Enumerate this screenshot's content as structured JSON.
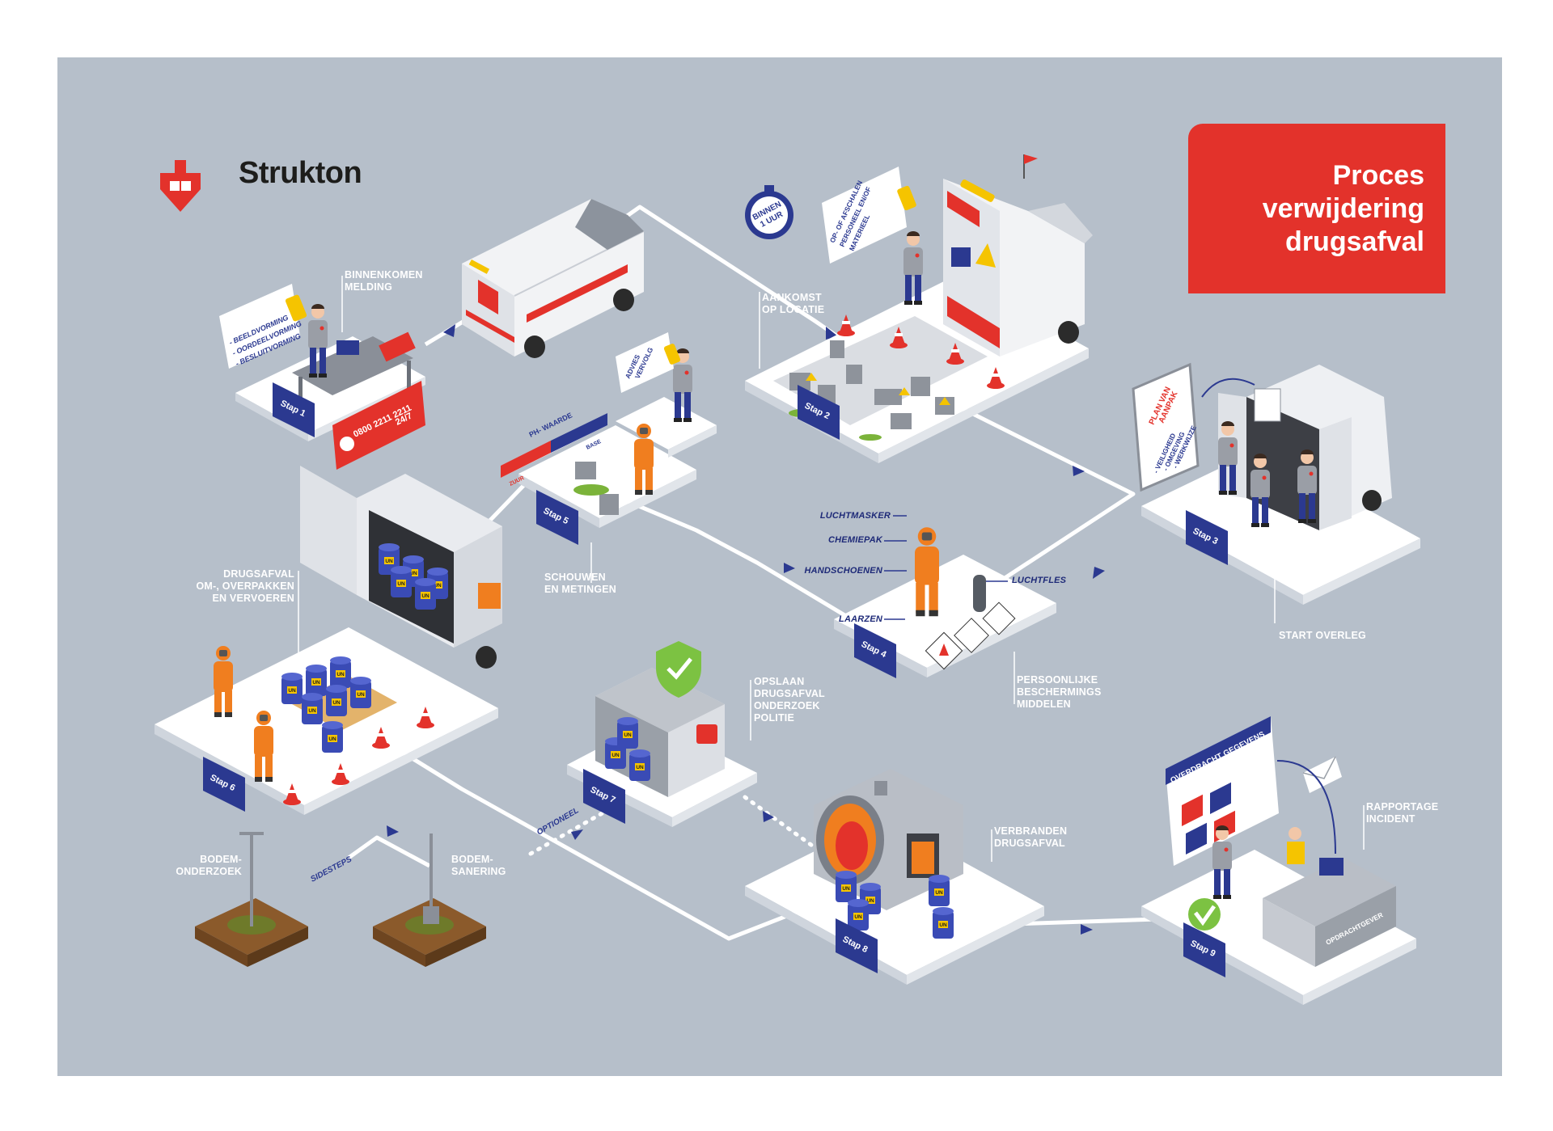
{
  "brand": {
    "name": "Strukton",
    "color": "#e3322b"
  },
  "title": {
    "line1": "Proces",
    "line2": "verwijdering",
    "line3": "drugsafval"
  },
  "colors": {
    "background": "#b6bfca",
    "platform": "#ffffff",
    "badge": "#2b3990",
    "accent": "#e3322b",
    "suit": "#f07e1f",
    "barrel": "#3a4bb5",
    "path": "#ffffff"
  },
  "steps": [
    {
      "badge": "Stap 1",
      "label": [
        "BINNENKOMEN",
        "MELDING"
      ],
      "notes": [
        "- BEELDVORMING",
        "- OORDEELVORMING",
        "- BESLUITVORMING"
      ],
      "phone": "0800 2211 2211",
      "hours": "24/7"
    },
    {
      "badge": "Stap 2",
      "label": [
        "AANKOMST",
        "OP LOCATIE"
      ],
      "notes": [
        "OP- OF AFSCHALEN",
        "PERSONEEL EN/OF",
        "MATERIEEL"
      ],
      "timer": [
        "BINNEN",
        "1 UUR"
      ]
    },
    {
      "badge": "Stap 3",
      "label": [
        "START OVERLEG"
      ],
      "plan_title": [
        "PLAN VAN",
        "AANPAK"
      ],
      "plan_items": [
        "- VEILIGHEID",
        "- OMGEVING",
        "- WERKWIJZE"
      ]
    },
    {
      "badge": "Stap 4",
      "label": [
        "PERSOONLIJKE",
        "BESCHERMINGS",
        "MIDDELEN"
      ],
      "gear": [
        "LUCHTMASKER",
        "CHEMIEPAK",
        "HANDSCHOENEN",
        "LAARZEN",
        "LUCHTFLES"
      ]
    },
    {
      "badge": "Stap 5",
      "label": [
        "SCHOUWEN",
        "EN METINGEN"
      ],
      "notes": [
        "ADVIES",
        "VERVOLG"
      ],
      "ph": {
        "title": "PH- WAARDE",
        "acid": "ZUUR",
        "base": "BASE"
      }
    },
    {
      "badge": "Stap 6",
      "label": [
        "DRUGSAFVAL",
        "OM-, OVERPAKKEN",
        "EN VERVOEREN"
      ],
      "barrel_mark": "UN"
    },
    {
      "badge": "Stap 7",
      "label": [
        "OPSLAAN",
        "DRUGSAFVAL",
        "ONDERZOEK",
        "POLITIE"
      ],
      "path_label": "OPTIONEEL"
    },
    {
      "badge": "Stap 8",
      "label": [
        "VERBRANDEN",
        "DRUGSAFVAL"
      ]
    },
    {
      "badge": "Stap 9",
      "label": [
        "RAPPORTAGE",
        "INCIDENT"
      ],
      "screen_title": "OVERDRACHT GEGEVENS",
      "desk": "OPDRACHTGEVER"
    }
  ],
  "sidesteps": {
    "path_label": "SIDESTEPS",
    "left": [
      "BODEM-",
      "ONDERZOEK"
    ],
    "right": [
      "BODEM-",
      "SANERING"
    ]
  }
}
